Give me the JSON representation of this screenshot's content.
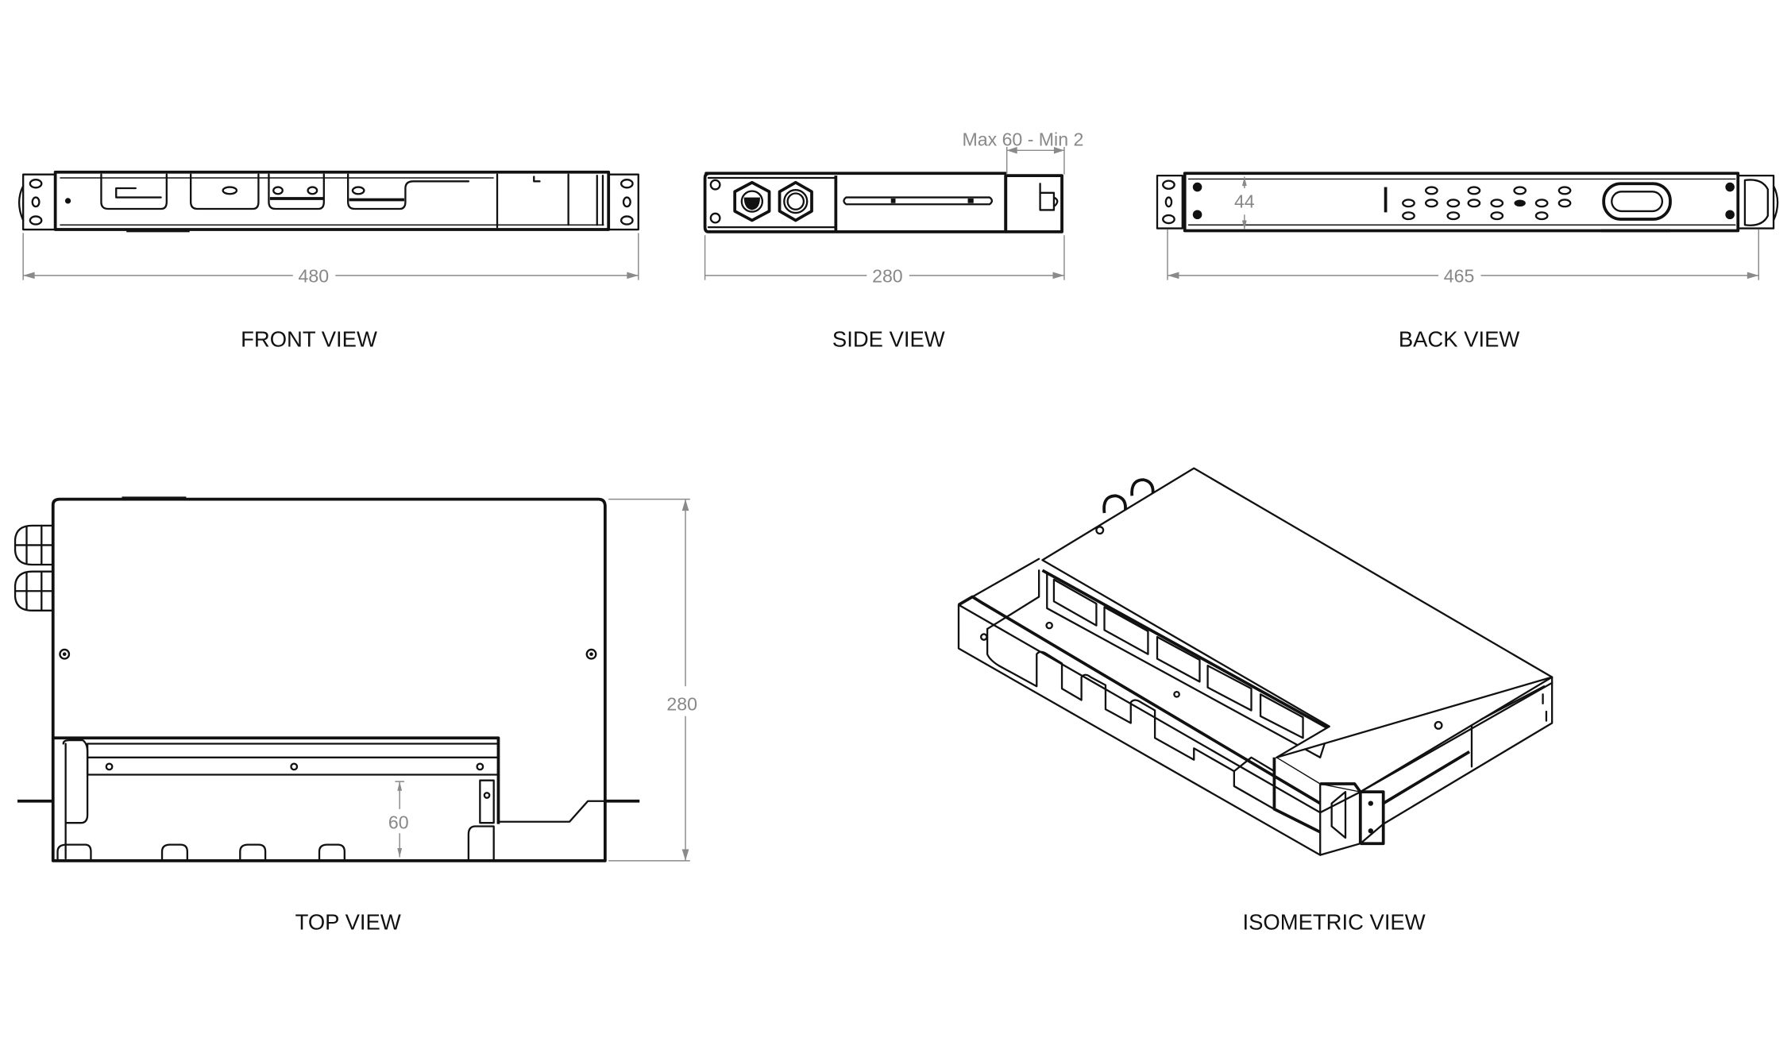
{
  "views": {
    "front": {
      "label": "FRONT VIEW",
      "width_dim": "480"
    },
    "side": {
      "label": "SIDE VIEW",
      "depth_dim": "280",
      "adjust_dim": "Max 60 - Min 2"
    },
    "back": {
      "label": "BACK VIEW",
      "width_dim": "465",
      "height_dim": "44"
    },
    "top": {
      "label": "TOP VIEW",
      "depth_dim": "280",
      "slide_dim": "60"
    },
    "isometric": {
      "label": "ISOMETRIC VIEW"
    }
  }
}
